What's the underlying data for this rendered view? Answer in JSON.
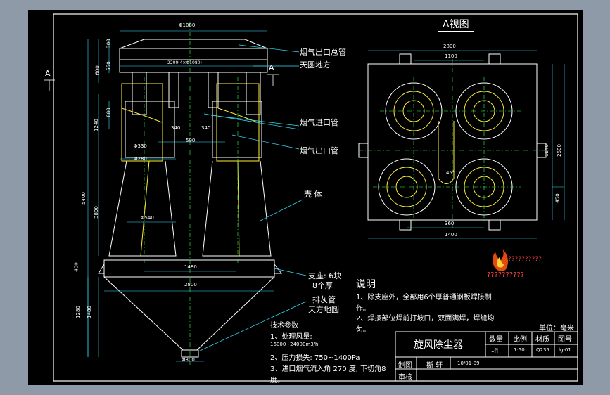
{
  "view_title": "A视图",
  "section_marks": {
    "left": "A",
    "right": "A"
  },
  "callouts": {
    "outlet_header": "烟气出口总管",
    "transition": "天圆地方",
    "inlet_pipe": "烟气进口管",
    "outlet_pipe": "烟气出口管",
    "shell": "壳 体",
    "support": "支座: 6块",
    "support_thick": "8个厚",
    "ash_pipe": "排灰管",
    "ash_transition": "天方地圆"
  },
  "dims": {
    "top_dia": "Φ1080",
    "top_width": "2200(4×Φ1080)",
    "h_300": "300",
    "h_600": "600",
    "h_550": "550",
    "h_880": "880",
    "h_1240": "1240",
    "h_3890": "3890",
    "h_5400": "5400",
    "h_400": "400",
    "h_1280": "1280",
    "h_1480": "1480",
    "d_330": "Φ330",
    "d_280": "Φ280",
    "d_540": "Φ540",
    "w_340a": "340",
    "w_340b": "340",
    "w_590": "590",
    "w_1480": "1480",
    "w_2800": "2800",
    "d_300": "Φ300",
    "a_2800": "2800",
    "a_1100": "1100",
    "a_1140": "1140",
    "a_2600": "2600",
    "a_450": "450",
    "a_360": "360",
    "a_1400": "1400",
    "a_angle": "45°"
  },
  "notes": {
    "title": "说明",
    "line1": "1、除支座外，全部用6个厚普通钢板焊接制",
    "line1b": "作。",
    "line2": "2、焊接部位焊前打坡口，双面满焊，焊缝均",
    "line2b": "匀。",
    "unit": "单位：毫米"
  },
  "tech": {
    "title": "技术参数",
    "p1": "1、处理风量:",
    "p1v": "16000~24000m3/h",
    "p2": "2、压力损失: 750~1400Pa",
    "p3": "3、进口烟气流入角 270 度, 下切角8",
    "p3b": "度。"
  },
  "logo_text": "??????????",
  "logo_sub": "??????????",
  "title_block": {
    "name": "旋风除尘器",
    "h_qty": "数量",
    "h_scale": "比例",
    "h_mat": "材质",
    "h_dwg": "图号",
    "v_qty": "1件",
    "v_scale": "1:50",
    "v_mat": "Q235",
    "v_dwg": "lg-01",
    "drawn_label": "制图",
    "drawn_name": "斯 轩",
    "date": "10/01-09",
    "check_label": "审核"
  }
}
